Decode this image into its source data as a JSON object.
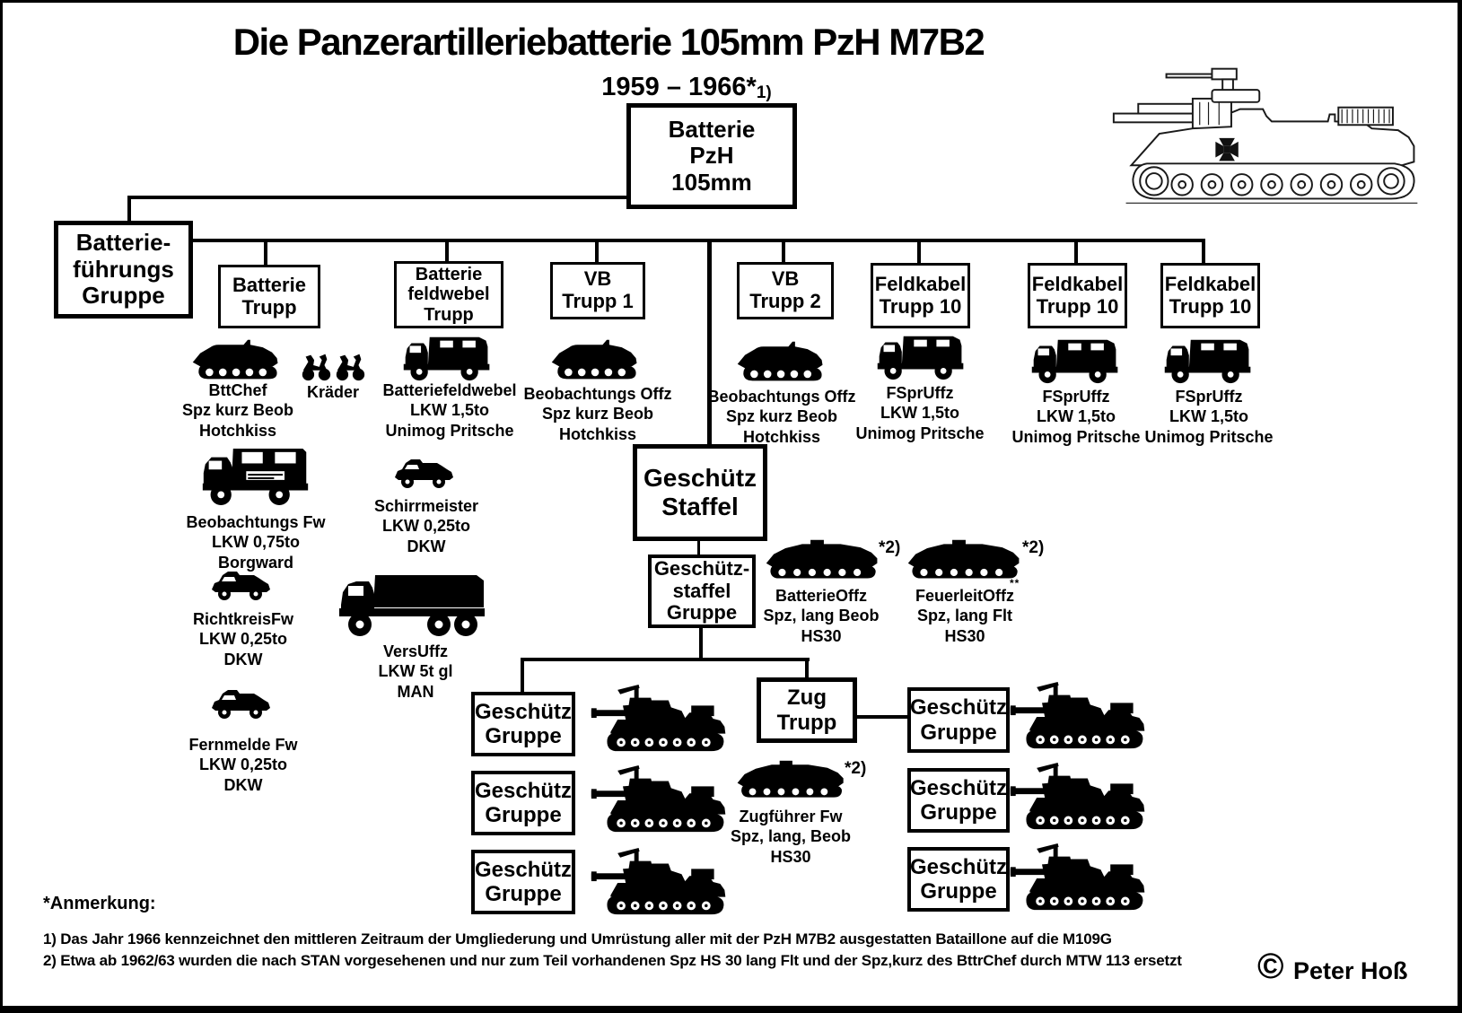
{
  "header": {
    "title": "Die Panzerartilleriebatterie 105mm PzH M7B2",
    "subtitle": "1959 – 1966*",
    "subtitle_note": "1)"
  },
  "org": {
    "root": "Batterie\nPzH\n105mm",
    "bfg": "Batterie-\nführungs\nGruppe",
    "batterie_trupp": "Batterie\nTrupp",
    "batteriefeldwebel_trupp": "Batterie\nfeldwebel\nTrupp",
    "vb_trupp_1": "VB\nTrupp 1",
    "vb_trupp_2": "VB\nTrupp 2",
    "feldkabel_trupp": "Feldkabel\nTrupp 10",
    "geschuetz_staffel": "Geschütz\nStaffel",
    "geschuetzstaffel_gruppe": "Geschütz-\nstaffel\nGruppe",
    "zug_trupp": "Zug\nTrupp",
    "geschuetz_gruppe": "Geschütz\nGruppe"
  },
  "cap": {
    "bttchef": "BttChef\nSpz kurz Beob\nHotchkiss",
    "kraeder": "Kräder",
    "batteriefeldwebel": "Batteriefeldwebel\nLKW 1,5to\nUnimog Pritsche",
    "beobachtungs_offz": "Beobachtungs Offz\nSpz kurz Beob\nHotchkiss",
    "fspruffz": "FSprUffz\nLKW 1,5to\nUnimog Pritsche",
    "beobachtungs_fw": "Beobachtungs Fw\nLKW 0,75to\nBorgward",
    "schirrmeister": "Schirrmeister\nLKW 0,25to\nDKW",
    "richtkreis_fw": "RichtkreisFw\nLKW 0,25to\nDKW",
    "versuffz": "VersUffz\nLKW 5t gl\nMAN",
    "fernmelde_fw": "Fernmelde Fw\nLKW 0,25to\nDKW",
    "batterie_offz": "BatterieOffz\nSpz, lang Beob\nHS30",
    "feuerleit_offz": "FeuerleitOffz\nSpz, lang Flt\nHS30",
    "zugfuehrer_fw": "Zugführer Fw\nSpz, lang, Beob\nHS30",
    "star2": "*2)",
    "double_star": "**"
  },
  "foot": {
    "heading": "*Anmerkung:",
    "note1": "1) Das Jahr 1966 kennzeichnet den mittleren Zeitraum der Umgliederung und Umrüstung aller mit der PzH M7B2 ausgestatten Bataillone auf die M109G",
    "note2": "2) Etwa ab 1962/63 wurden die nach STAN vorgesehenen und nur zum Teil vorhandenen Spz HS 30 lang Flt und der Spz,kurz des BttrChef durch MTW 113 ersetzt"
  },
  "credit": {
    "symbol": "©",
    "name": "Peter Hoß"
  },
  "colors": {
    "ink": "#000000",
    "background": "#ffffff"
  }
}
